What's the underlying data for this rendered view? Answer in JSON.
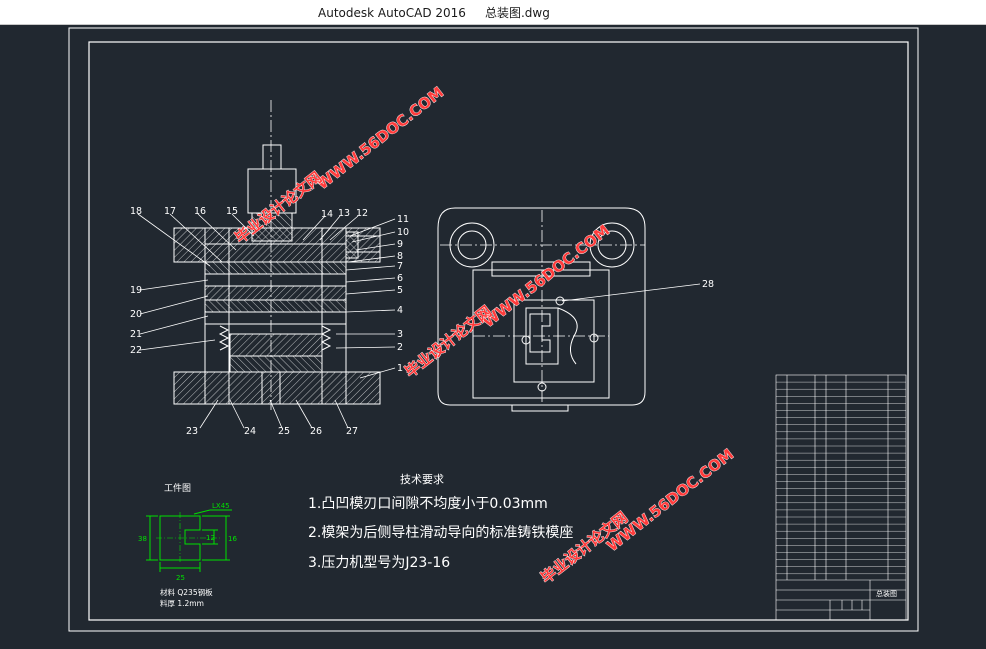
{
  "window": {
    "title": "Autodesk AutoCAD 2016     总装图.dwg"
  },
  "colors": {
    "background": "#212830",
    "line": "#ffffff",
    "green": "#00e000",
    "watermark": "#ff3c3c",
    "watermark_outline": "#ffffff"
  },
  "part_labels": {
    "l1": "1",
    "l2": "2",
    "l3": "3",
    "l4": "4",
    "l5": "5",
    "l6": "6",
    "l7": "7",
    "l8": "8",
    "l9": "9",
    "l10": "10",
    "l11": "11",
    "l12": "12",
    "l13": "13",
    "l14": "14",
    "l15": "15",
    "l16": "16",
    "l17": "17",
    "l18": "18",
    "l19": "19",
    "l20": "20",
    "l21": "21",
    "l22": "22",
    "l23": "23",
    "l24": "24",
    "l25": "25",
    "l26": "26",
    "l27": "27",
    "l28": "28"
  },
  "workpiece": {
    "title": "工件图",
    "material": "材料 Q235钢板",
    "thickness": "料厚 1.2mm",
    "dim_top": "LX45",
    "dim_left": "38",
    "dim_mid": "12",
    "dim_right": "16",
    "dim_bottom": "25"
  },
  "tech_requirements": {
    "title": "技术要求",
    "items": [
      "1.凸凹模刃口间隙不均度小于0.03mm",
      "2.模架为后侧导柱滑动导向的标准铸铁模座",
      "3.压力机型号为J23-16"
    ]
  },
  "title_block": {
    "drawing_name": "总装图"
  },
  "watermarks": {
    "url": "WWW.56DOC.COM",
    "site": "毕业设计论文网"
  }
}
